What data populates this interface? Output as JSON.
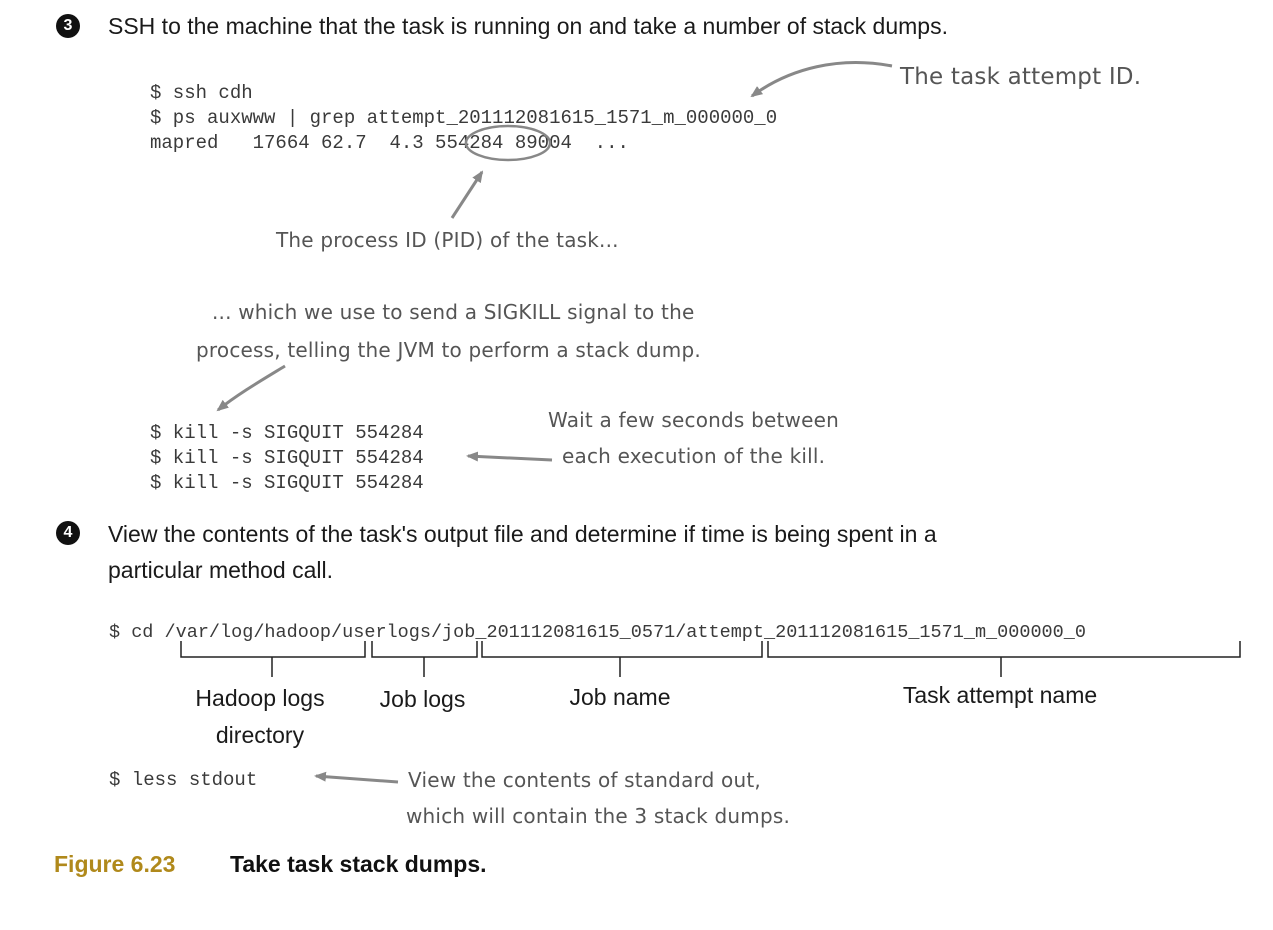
{
  "step3": {
    "number": "3",
    "text": "SSH to the machine that the task is running on and take a number of stack dumps.",
    "code_lines": [
      "$ ssh cdh",
      "$ ps auxwww | grep attempt_201112081615_1571_m_000000_0",
      "mapred   17664 62.7  4.3 554284 89004  ..."
    ],
    "kill_lines": [
      "$ kill -s SIGQUIT 554284",
      "$ kill -s SIGQUIT 554284",
      "$ kill -s SIGQUIT 554284"
    ],
    "annotations": {
      "attempt_id": "The task attempt ID.",
      "pid": "The process ID (PID) of the task...",
      "sigkill_line1": "... which we use to send a SIGKILL signal to the",
      "sigkill_line2": "process, telling the JVM to perform a stack dump.",
      "wait_line1": "Wait a few seconds between",
      "wait_line2": "each execution of the kill."
    }
  },
  "step4": {
    "number": "4",
    "text_line1": "View the contents of the task's output file and determine if time is being spent in a",
    "text_line2": "particular method call.",
    "cd_line": "$ cd /var/log/hadoop/userlogs/job_201112081615_0571/attempt_201112081615_1571_m_000000_0",
    "brace_labels": {
      "hadoop_logs_line1": "Hadoop logs",
      "hadoop_logs_line2": "directory",
      "job_logs": "Job logs",
      "job_name": "Job name",
      "task_attempt": "Task attempt name"
    },
    "less_line": "$ less stdout",
    "annotations": {
      "stdout_line1": "View the contents of standard out,",
      "stdout_line2": "which will contain the 3 stack dumps."
    }
  },
  "caption": {
    "number": "Figure 6.23",
    "text": "Take task stack dumps."
  },
  "colors": {
    "caption_number": "#b0891b",
    "annotation_gray": "#888888"
  }
}
